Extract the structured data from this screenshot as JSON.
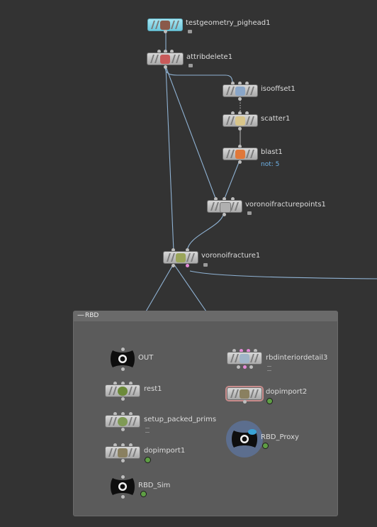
{
  "nodes": {
    "testgeometry_pighead1": "testgeometry_pighead1",
    "attribdelete1": "attribdelete1",
    "isooffset1": "isooffset1",
    "scatter1": "scatter1",
    "blast1": "blast1",
    "voronoifracturepoints1": "voronoifracturepoints1",
    "voronoifracture1": "voronoifracture1",
    "out": "OUT",
    "rest1": "rest1",
    "setup_packed_prims": "setup_packed_prims",
    "dopimport1": "dopimport1",
    "rbd_sim": "RBD_Sim",
    "rbdinteriordetail3": "rbdinteriordetail3",
    "dopimport2": "dopimport2",
    "rbd_proxy": "RBD_Proxy"
  },
  "blast_comment": "not: 5",
  "network_box": {
    "title": "RBD",
    "collapse_glyph": "—"
  },
  "colors": {
    "background": "#333333",
    "wire": "#8fb2d3",
    "box": "#5b5b5b",
    "display_flag": "#5e9e44"
  },
  "icons": {
    "testgeometry_pighead1": "pighead-icon",
    "attribdelete1": "attribute-delete-icon",
    "isooffset1": "isooffset-icon",
    "scatter1": "scatter-icon",
    "blast1": "blast-icon",
    "voronoifracturepoints1": "voronoi-points-icon",
    "voronoifracture1": "voronoi-fracture-icon",
    "rest1": "rest-icon",
    "setup_packed_prims": "packed-prims-icon",
    "dopimport1": "dop-import-icon",
    "rbdinteriordetail3": "rbd-interior-icon",
    "dopimport2": "dop-import-icon"
  }
}
